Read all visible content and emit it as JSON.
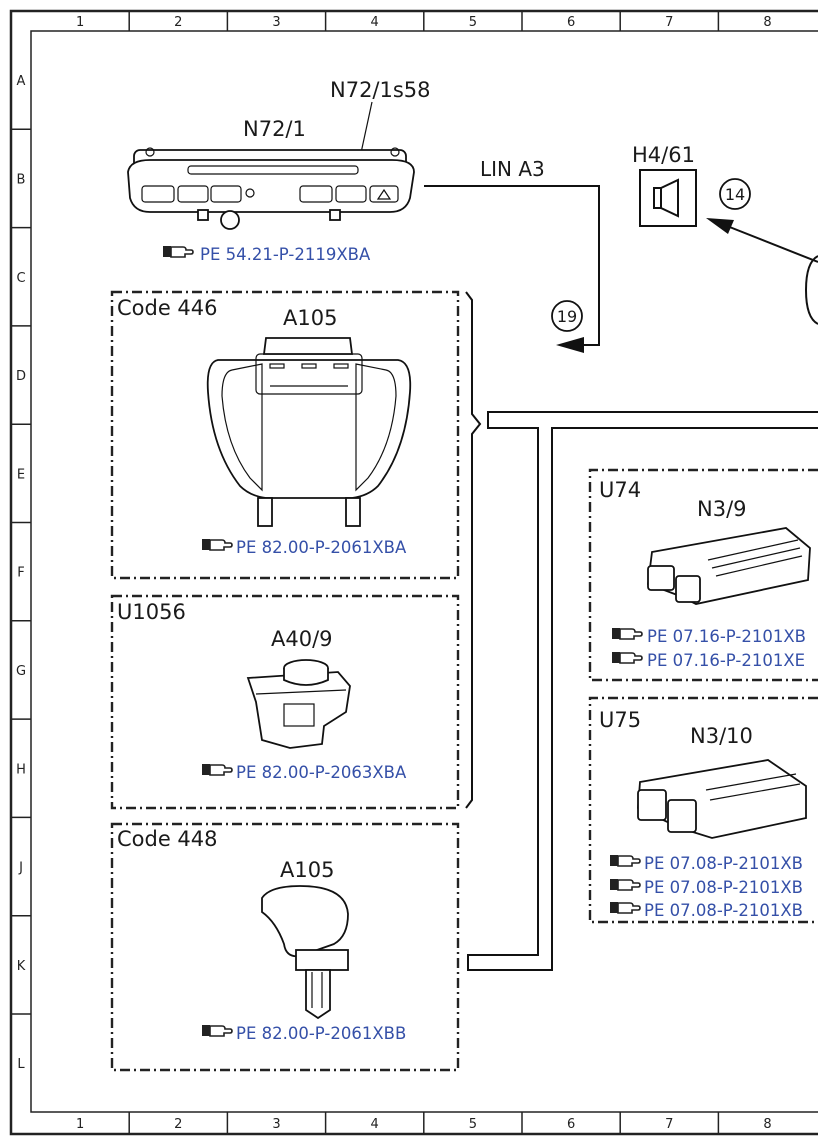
{
  "grid": {
    "cols": [
      "1",
      "2",
      "3",
      "4",
      "5",
      "6",
      "7",
      "8"
    ],
    "rows": [
      "A",
      "B",
      "C",
      "D",
      "E",
      "F",
      "G",
      "H",
      "J",
      "K",
      "L"
    ]
  },
  "components": {
    "n72_1": {
      "label": "N72/1",
      "sublabel": "N72/1s58",
      "ref": "PE 54.21-P-2119XBA"
    },
    "h4_61": {
      "label": "H4/61",
      "marker": "14"
    },
    "lin": {
      "label": "LIN A3",
      "marker": "19"
    },
    "code446": {
      "group": "Code 446",
      "label": "A105",
      "ref": "PE 82.00-P-2061XBA"
    },
    "u1056": {
      "group": "U1056",
      "label": "A40/9",
      "ref": "PE 82.00-P-2063XBA"
    },
    "code448": {
      "group": "Code 448",
      "label": "A105",
      "ref": "PE 82.00-P-2061XBB"
    },
    "u74": {
      "group": "U74",
      "label": "N3/9",
      "refs": [
        "PE 07.16-P-2101XB",
        "PE 07.16-P-2101XE"
      ]
    },
    "u75": {
      "group": "U75",
      "label": "N3/10",
      "refs": [
        "PE 07.08-P-2101XB",
        "PE 07.08-P-2101XB",
        "PE 07.08-P-2101XB"
      ]
    }
  },
  "colors": {
    "ref_text": "#3550a8",
    "line": "#111111"
  },
  "icons": {
    "ref_hand": "pointing-hand-icon",
    "speaker": "speaker-icon"
  }
}
